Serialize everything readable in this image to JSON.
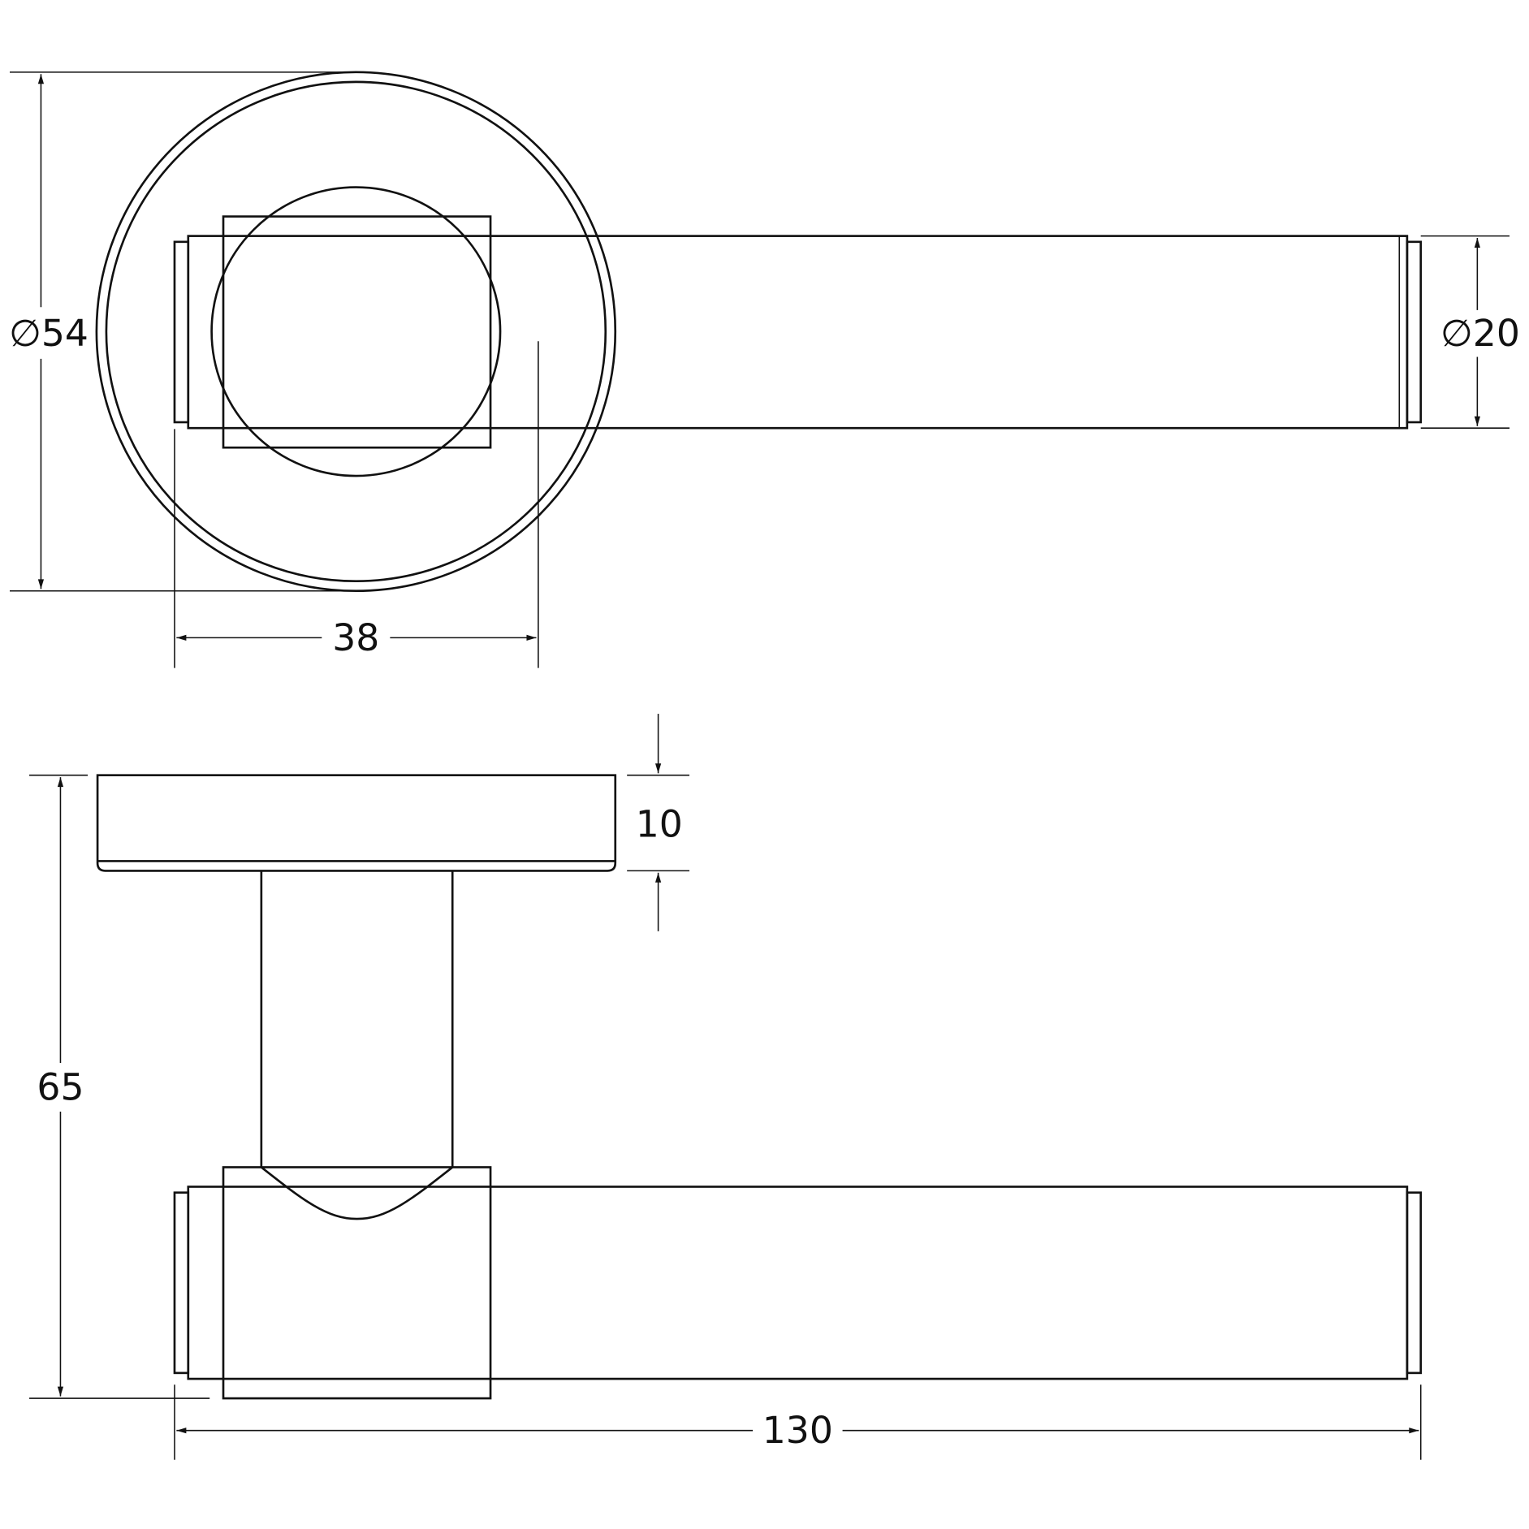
{
  "drawing": {
    "title": "Lever handle on round rose - technical drawing",
    "colors": {
      "line": "#111111",
      "background": "#ffffff"
    },
    "dimensions": {
      "rose_diameter": "∅54",
      "lever_diameter": "∅20",
      "rose_to_lever_offset": "38",
      "rose_thickness": "10",
      "projection": "65",
      "lever_length": "130"
    }
  }
}
